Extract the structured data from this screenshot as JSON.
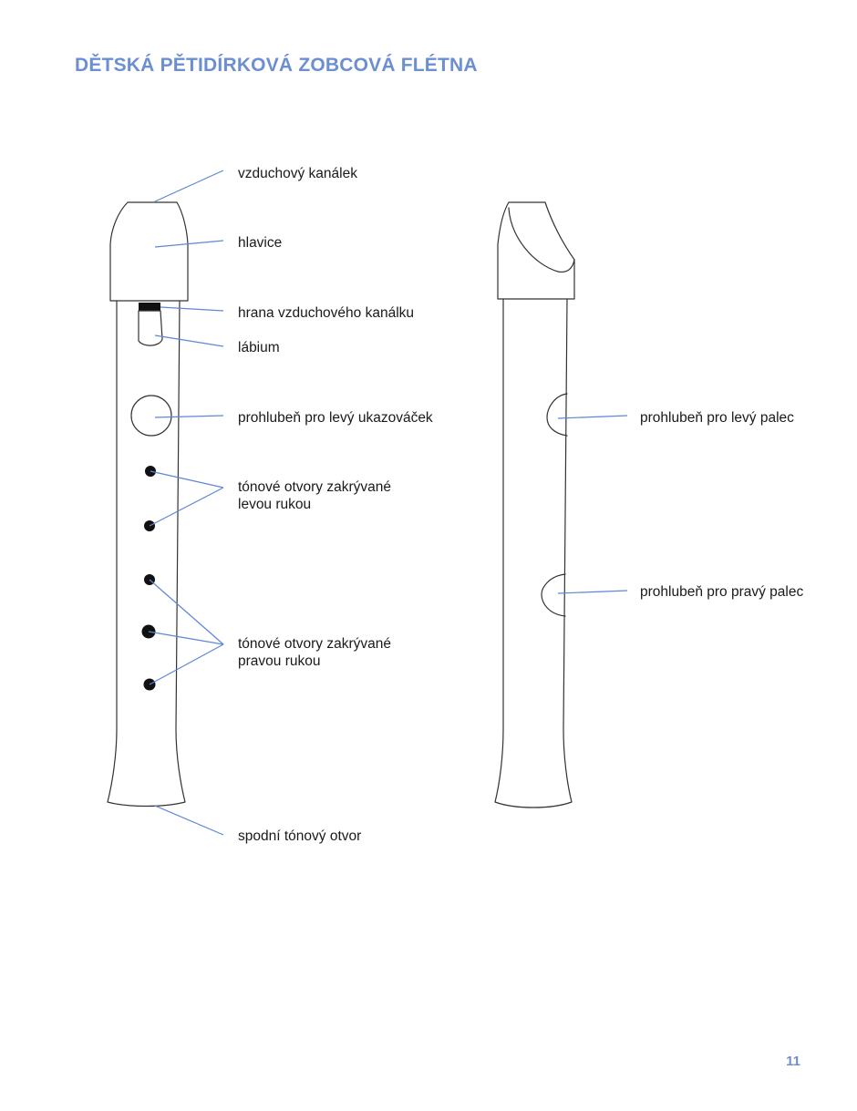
{
  "title": "DĚTSKÁ PĚTIDÍRKOVÁ ZOBCOVÁ FLÉTNA",
  "page_number": "11",
  "labels": {
    "air_channel": "vzduchový kanálek",
    "head": "hlavice",
    "channel_edge": "hrana vzduchového kanálku",
    "labium": "lábium",
    "left_index_hollow": "prohlubeň pro levý ukazováček",
    "left_hand_holes": [
      "tónové otvory zakrývané",
      "levou rukou"
    ],
    "right_hand_holes": [
      "tónové otvory zakrývané",
      "pravou rukou"
    ],
    "bottom_hole": "spodní tónový otvor",
    "left_thumb_hollow": "prohlubeň pro levý palec",
    "right_thumb_hollow": "prohlubeň pro pravý palec"
  },
  "colors": {
    "accent": "#6b8fd1",
    "leader_line": "#5f86d6",
    "outline": "#333333"
  }
}
